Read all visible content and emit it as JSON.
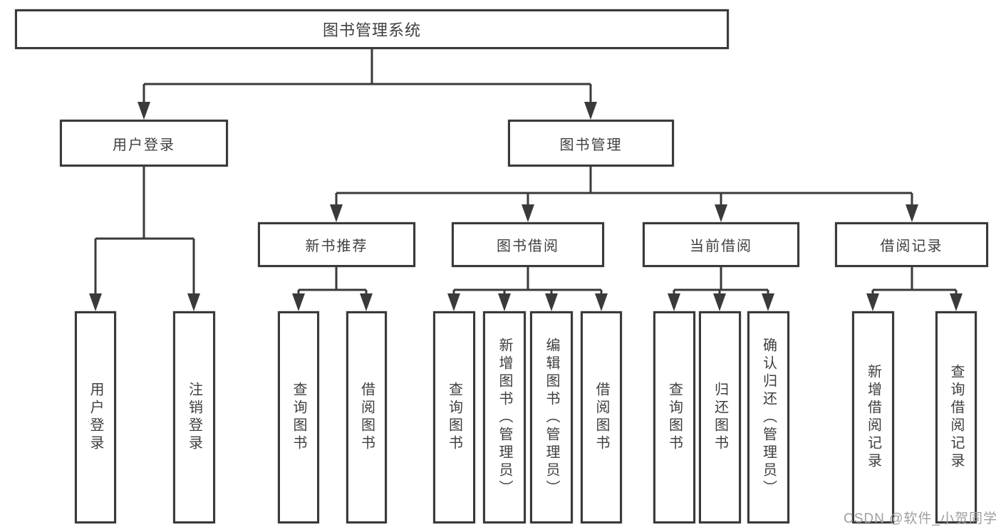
{
  "tree": {
    "root": {
      "label": "图书管理系统"
    },
    "children": [
      {
        "label": "用户登录",
        "children": [
          "用户登录",
          "注销登录"
        ]
      },
      {
        "label": "图书管理",
        "children": [
          {
            "label": "新书推荐",
            "children": [
              "查询图书",
              "借阅图书"
            ]
          },
          {
            "label": "图书借阅",
            "children": [
              "查询图书",
              "新增图书（管理员）",
              "编辑图书（管理员）",
              "借阅图书"
            ]
          },
          {
            "label": "当前借阅",
            "children": [
              "查询图书",
              "归还图书",
              "确认归还（管理员）"
            ]
          },
          {
            "label": "借阅记录",
            "children": [
              "新增借阅记录",
              "查询借阅记录"
            ]
          }
        ]
      }
    ]
  },
  "watermark": "CSDN @软件_小贺同学",
  "colors": {
    "line": "#3a3a3a",
    "text": "#3f3f3f",
    "box_background": "#ffffff",
    "watermark": "#9e9e9e",
    "page_background": "#ffffff"
  }
}
